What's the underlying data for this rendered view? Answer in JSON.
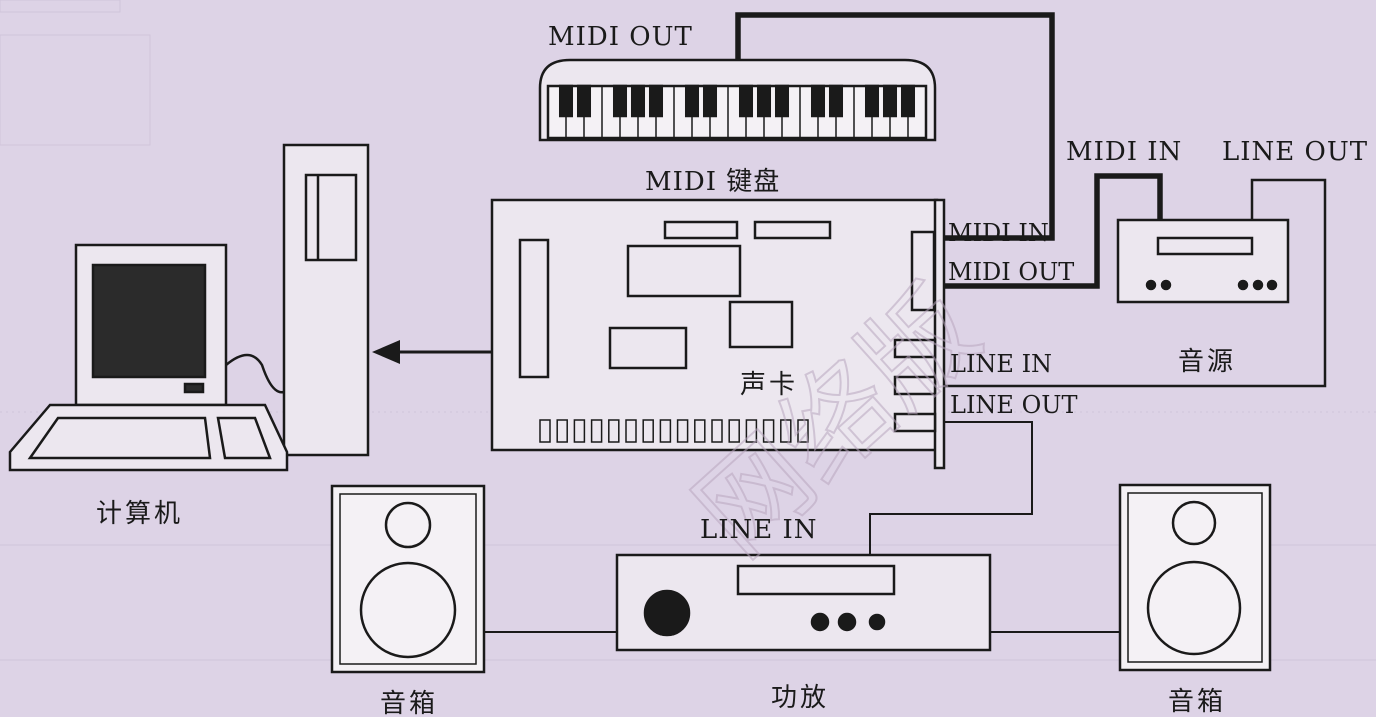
{
  "labels": {
    "keyboard_midi_out": "MIDI OUT",
    "keyboard_name": "MIDI 键盘",
    "card_midi_in": "MIDI IN",
    "card_midi_out": "MIDI OUT",
    "card_line_in": "LINE IN",
    "card_line_out": "LINE OUT",
    "sound_card": "声卡",
    "computer": "计算机",
    "source_midi_in": "MIDI IN",
    "source_line_out": "LINE OUT",
    "sound_source": "音源",
    "amp_line_in": "LINE IN",
    "amplifier": "功放",
    "speaker_left": "音箱",
    "speaker_right": "音箱"
  },
  "watermark": "网络版",
  "colors": {
    "background": "#ddd3e6",
    "panel": "#ece7ef",
    "line": "#1a1a1a",
    "watermark": "#b9a6bf"
  }
}
